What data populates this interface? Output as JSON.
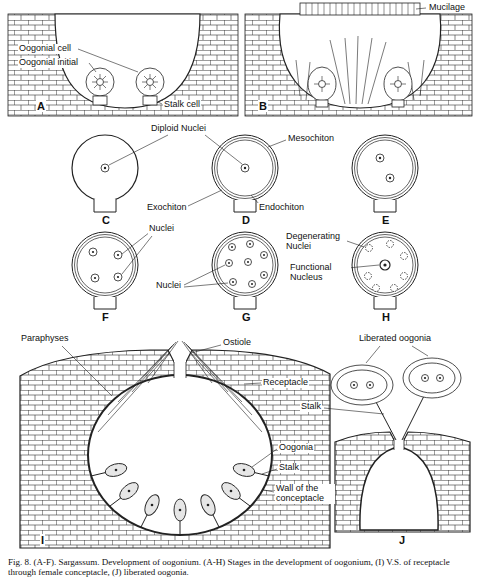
{
  "diagram": {
    "caption": "Fig. 8. (A-F). Sargassum. Development of oogonium. (A-H) Stages in the development of oogonium, (I) V.S. of receptacle through female conceptacle, (J) liberated oogonia.",
    "labels": [
      "Mucilage",
      "Oogonial cell",
      "Oogonial initial",
      "Stalk cell",
      "A",
      "B",
      "Diploid Nuclei",
      "Mesochiton",
      "Exochiton",
      "Endochiton",
      "C",
      "D",
      "E",
      "Nuclei",
      "Nuclei",
      "Degenerating Nuclei",
      "Functional Nucleus",
      "F",
      "G",
      "H",
      "Paraphyses",
      "Ostiole",
      "Liberated oogonia",
      "Receptacle",
      "Stalk",
      "Oogonia",
      "Stalk",
      "Wall of the conceptacle",
      "I",
      "J"
    ]
  }
}
